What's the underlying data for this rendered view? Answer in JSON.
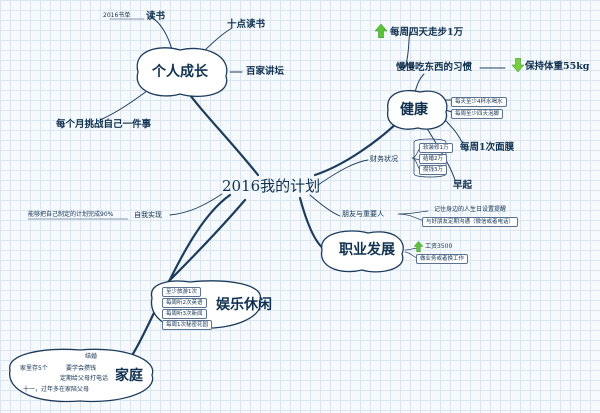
{
  "root": "2016我的计划",
  "growth": {
    "title": "个人成长",
    "read": "读书",
    "book_list": "2016书单",
    "ten_read": "十点读书",
    "lecture": "百家讲坛",
    "challenge": "每个月挑战自己一件事"
  },
  "health": {
    "title": "健康",
    "water": "每天至少4杯水喝水",
    "foot": "每周至少四天泡脚",
    "walk": "每周四天走步1万",
    "eat_slow": "慢慢吃东西的习惯",
    "weight": "保持体重55kg",
    "mask": "每周1次面膜",
    "early": "早起"
  },
  "finance": {
    "title": "财务状况",
    "items": [
      "软装修1万",
      "结婚2万",
      "攒钱3万"
    ]
  },
  "self": {
    "title": "自我实现",
    "detail": "能够把自己制定的计划完成90%"
  },
  "friends": {
    "title": "朋友与重要人",
    "birthday": "记住身边的人生日设置提醒",
    "communicate": "与好朋友定期沟通（微信或者电话）"
  },
  "career": {
    "title": "职业发展",
    "salary": "工资3500",
    "job": "做业务或者换工作"
  },
  "leisure": {
    "title": "娱乐休闲",
    "items": [
      "至少旅游1次",
      "每周听2次英语",
      "每周听3次新闻",
      "每周1次秘密花园"
    ]
  },
  "family": {
    "title": "家庭",
    "marry": "结婚",
    "save": "家里存5个",
    "money": "要学会攒钱",
    "call": "定期给父母打电话",
    "visit": "十一，过年多在家陪父母"
  },
  "colors": {
    "line": "#1d3c5c",
    "arrow": "#5cc23a",
    "arrow_down": "#77cf3f"
  }
}
